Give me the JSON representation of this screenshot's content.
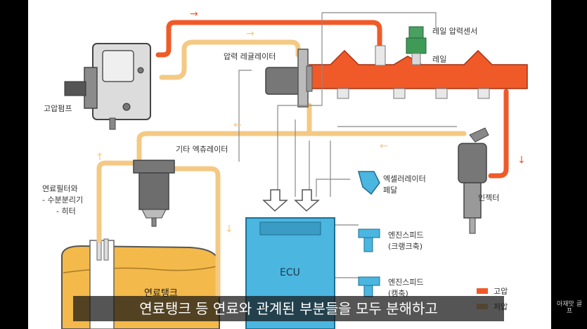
{
  "labels": {
    "high_pressure_pump": "고압펌프",
    "pressure_regulator": "압력 레귤레이터",
    "rail_pressure_sensor": "레일 압력센서",
    "rail": "레일",
    "other_actuator": "기타 엑츄레이터",
    "accelerator_pedal_line1": "엑셀러레이터",
    "accelerator_pedal_line2": "페달",
    "fuel_filter_line1": "연료필터와",
    "fuel_filter_line2": "- 수분분리기",
    "fuel_filter_line3": "- 히터",
    "injector": "인젝터",
    "ecu": "ECU",
    "engine_speed_crank_line1": "엔진스피드",
    "engine_speed_crank_line2": "(크랭크축)",
    "engine_speed_cam_line1": "엔진스피드",
    "engine_speed_cam_line2": "(캠축)",
    "fuel_tank": "연료탱크"
  },
  "legend": {
    "high_pressure": "고압",
    "low_pressure": "저압"
  },
  "colors": {
    "high_pressure": "#f05a28",
    "low_pressure": "#f4c983",
    "component_blue": "#4bb6e0",
    "tank_fuel": "#f3b94a"
  },
  "subtitle": "연료탱크 등 연료와 관계된 부분들을 모두 분해하고",
  "watermark": "아재맛 골프"
}
